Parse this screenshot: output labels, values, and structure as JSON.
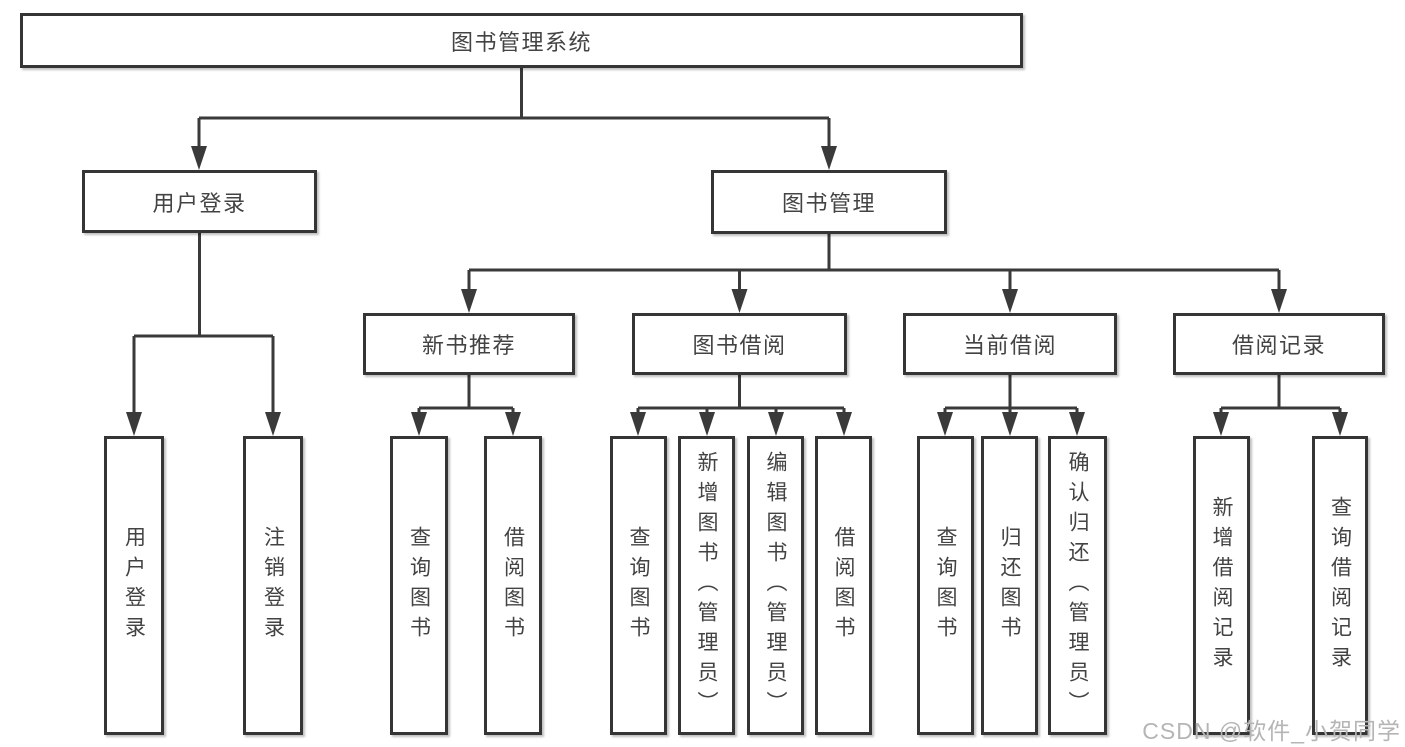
{
  "diagram": {
    "title_hint": "library management system functional structure diagram",
    "root": {
      "label": "图书管理系统"
    },
    "level2": [
      {
        "label": "用户登录"
      },
      {
        "label": "图书管理"
      }
    ],
    "level3": [
      {
        "label": "新书推荐"
      },
      {
        "label": "图书借阅"
      },
      {
        "label": "当前借阅"
      },
      {
        "label": "借阅记录"
      }
    ],
    "leaves": [
      {
        "label": "用户登录",
        "parent": "用户登录"
      },
      {
        "label": "注销登录",
        "parent": "用户登录"
      },
      {
        "label": "查询图书",
        "parent": "新书推荐"
      },
      {
        "label": "借阅图书",
        "parent": "新书推荐"
      },
      {
        "label": "查询图书",
        "parent": "图书借阅"
      },
      {
        "label": "新增图书（管理员）",
        "parent": "图书借阅"
      },
      {
        "label": "编辑图书（管理员）",
        "parent": "图书借阅"
      },
      {
        "label": "借阅图书",
        "parent": "图书借阅"
      },
      {
        "label": "查询图书",
        "parent": "当前借阅"
      },
      {
        "label": "归还图书",
        "parent": "当前借阅"
      },
      {
        "label": "确认归还（管理员）",
        "parent": "当前借阅"
      },
      {
        "label": "新增借阅记录",
        "parent": "借阅记录"
      },
      {
        "label": "查询借阅记录",
        "parent": "借阅记录"
      }
    ],
    "watermark": "CSDN @软件_小贺同学",
    "colors": {
      "line": "#3a3a3a",
      "box_border": "#353535",
      "box_fill": "#ffffff",
      "text": "#434343",
      "watermark": "#b5b5b5"
    }
  }
}
